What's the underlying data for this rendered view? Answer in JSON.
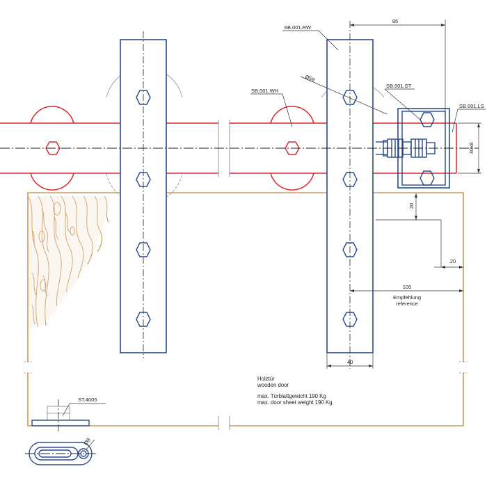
{
  "labels": {
    "rail_wheel": "SB.001.RW",
    "wheel": "SB.001.WH",
    "stopper": "SB.001.ST",
    "rail_end": "SB.001.LS",
    "floor_guide": "ST.4005",
    "wheel_diameter": "Ø59"
  },
  "dimensions": {
    "stopper_offset": "85",
    "rail_section": "40x8",
    "top_gap": "20",
    "side_gap": "20",
    "recommendation": "100",
    "strap_width": "40",
    "guide_hole": "Ø8"
  },
  "notes": {
    "recommendation_de": "Empfehlung",
    "recommendation_en": "reference",
    "door_de": "Holztür",
    "door_en": "wooden door",
    "weight_de": "max. Türblattgewicht 190 Kg",
    "weight_en": "max. door sheet weight 190 Kg"
  },
  "colors": {
    "rail": "#d7292e",
    "hardware": "#2b4a8a",
    "door": "#c79a5f",
    "wood_grain": "#c08a4c",
    "wheel_outline": "#9a9a9a"
  }
}
